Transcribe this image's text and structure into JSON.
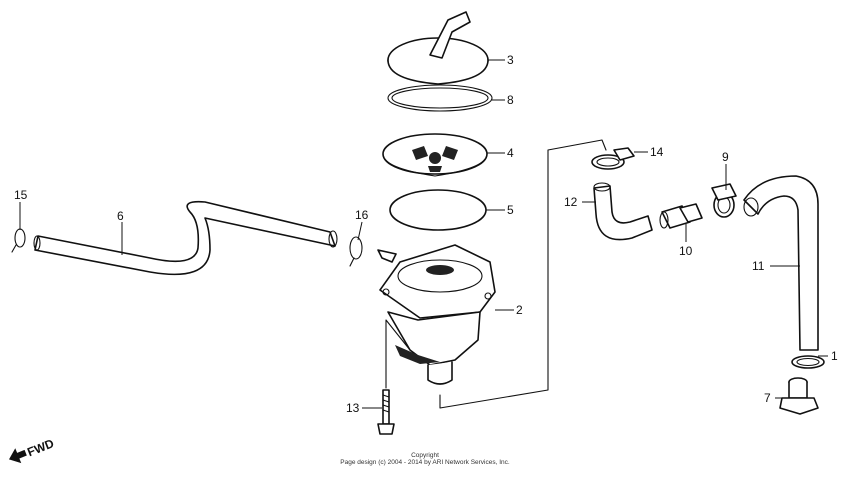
{
  "parts": [
    {
      "num": "1"
    },
    {
      "num": "2"
    },
    {
      "num": "3"
    },
    {
      "num": "4"
    },
    {
      "num": "5"
    },
    {
      "num": "6"
    },
    {
      "num": "7"
    },
    {
      "num": "8"
    },
    {
      "num": "9"
    },
    {
      "num": "10"
    },
    {
      "num": "11"
    },
    {
      "num": "12"
    },
    {
      "num": "13"
    },
    {
      "num": "14"
    },
    {
      "num": "15"
    },
    {
      "num": "16"
    }
  ],
  "fwd_label": "FWD",
  "footer": {
    "copyright_label": "Copyright",
    "copyright_line": "Page design (c) 2004 - 2014 by ARI Network Services, Inc."
  },
  "icons": {
    "fwd": "fwd-arrow-icon"
  }
}
